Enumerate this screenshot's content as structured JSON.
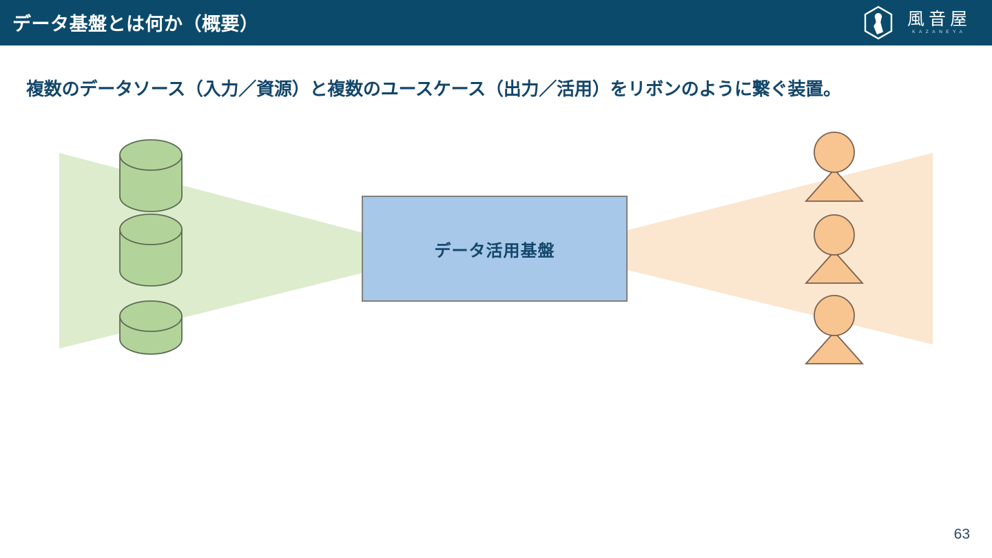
{
  "slide": {
    "page_number": "63",
    "background_color": "#ffffff"
  },
  "header": {
    "title": "データ基盤とは何か（概要）",
    "background_color": "#0b4a6b",
    "title_color": "#ffffff",
    "logo": {
      "mark_name": "kazaneya-hexagon-logo-icon",
      "kanji": "風音屋",
      "roman": "KAZANEYA"
    }
  },
  "subtitle": {
    "text": "複数のデータソース（入力／資源）と複数のユースケース（出力／活用）をリボンのように繋ぐ装置。",
    "color": "#13466a"
  },
  "diagram": {
    "platform": {
      "label": "データ活用基盤",
      "fill_color": "#a7c8e8",
      "border_color": "#7f7f7f",
      "text_color": "#13466a"
    },
    "input_ribbon": {
      "name": "input-ribbon",
      "fill_color": "#dceccd",
      "direction": "wide-left-to-narrow-right"
    },
    "output_ribbon": {
      "name": "output-ribbon",
      "fill_color": "#fbe6cf",
      "direction": "narrow-left-to-wide-right"
    },
    "data_sources": [
      {
        "name": "database-cylinder-1",
        "fill_color": "#b2d49a",
        "stroke_color": "#5c6b55"
      },
      {
        "name": "database-cylinder-2",
        "fill_color": "#b2d49a",
        "stroke_color": "#5c6b55"
      },
      {
        "name": "database-cylinder-3",
        "fill_color": "#b2d49a",
        "stroke_color": "#5c6b55"
      }
    ],
    "use_cases": [
      {
        "name": "person-figure-1",
        "fill_color": "#f8c591",
        "stroke_color": "#7a6050"
      },
      {
        "name": "person-figure-2",
        "fill_color": "#f8c591",
        "stroke_color": "#7a6050"
      },
      {
        "name": "person-figure-3",
        "fill_color": "#f8c591",
        "stroke_color": "#7a6050"
      }
    ]
  }
}
